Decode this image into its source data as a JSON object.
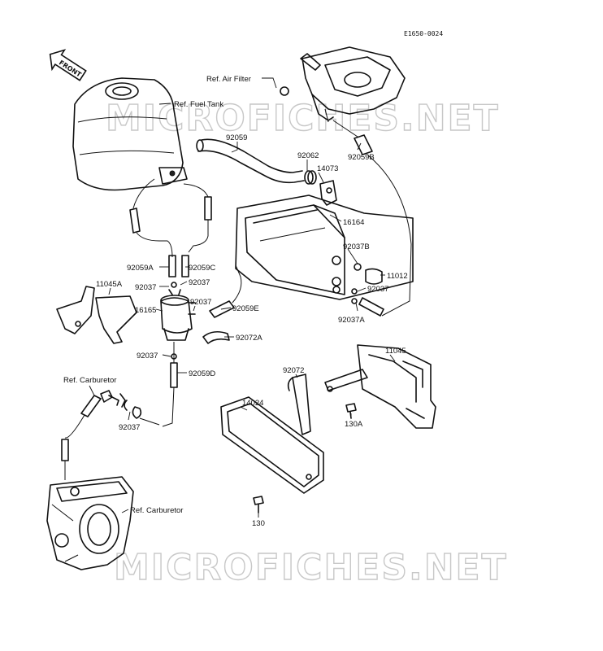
{
  "diagram_code": "E1650-0024",
  "front_label": "FRONT",
  "watermark": "MICROFICHES.NET",
  "labels": {
    "ref_air_filter": "Ref. Air Filter",
    "ref_fuel_tank": "Ref. Fuel Tank",
    "p92059": "92059",
    "p92062": "92062",
    "p14073": "14073",
    "p92059B": "92059B",
    "p16164": "16164",
    "p92037B": "92037B",
    "p11012": "11012",
    "p92037_r": "92037",
    "p92037A": "92037A",
    "p92059A": "92059A",
    "p92059C": "92059C",
    "p92037_a": "92037",
    "p92037_b": "92037",
    "p11045A": "11045A",
    "p16165": "16165",
    "p92037_c": "92037",
    "p92059E": "92059E",
    "p92072A": "92072A",
    "p92037_d": "92037",
    "p92059D": "92059D",
    "p11045": "11045",
    "ref_carburetor_top": "Ref. Carburetor",
    "p92072": "92072",
    "p14024": "14024",
    "p130A": "130A",
    "p92037_e": "92037",
    "ref_carburetor_bottom": "Ref. Carburetor",
    "p130": "130"
  }
}
